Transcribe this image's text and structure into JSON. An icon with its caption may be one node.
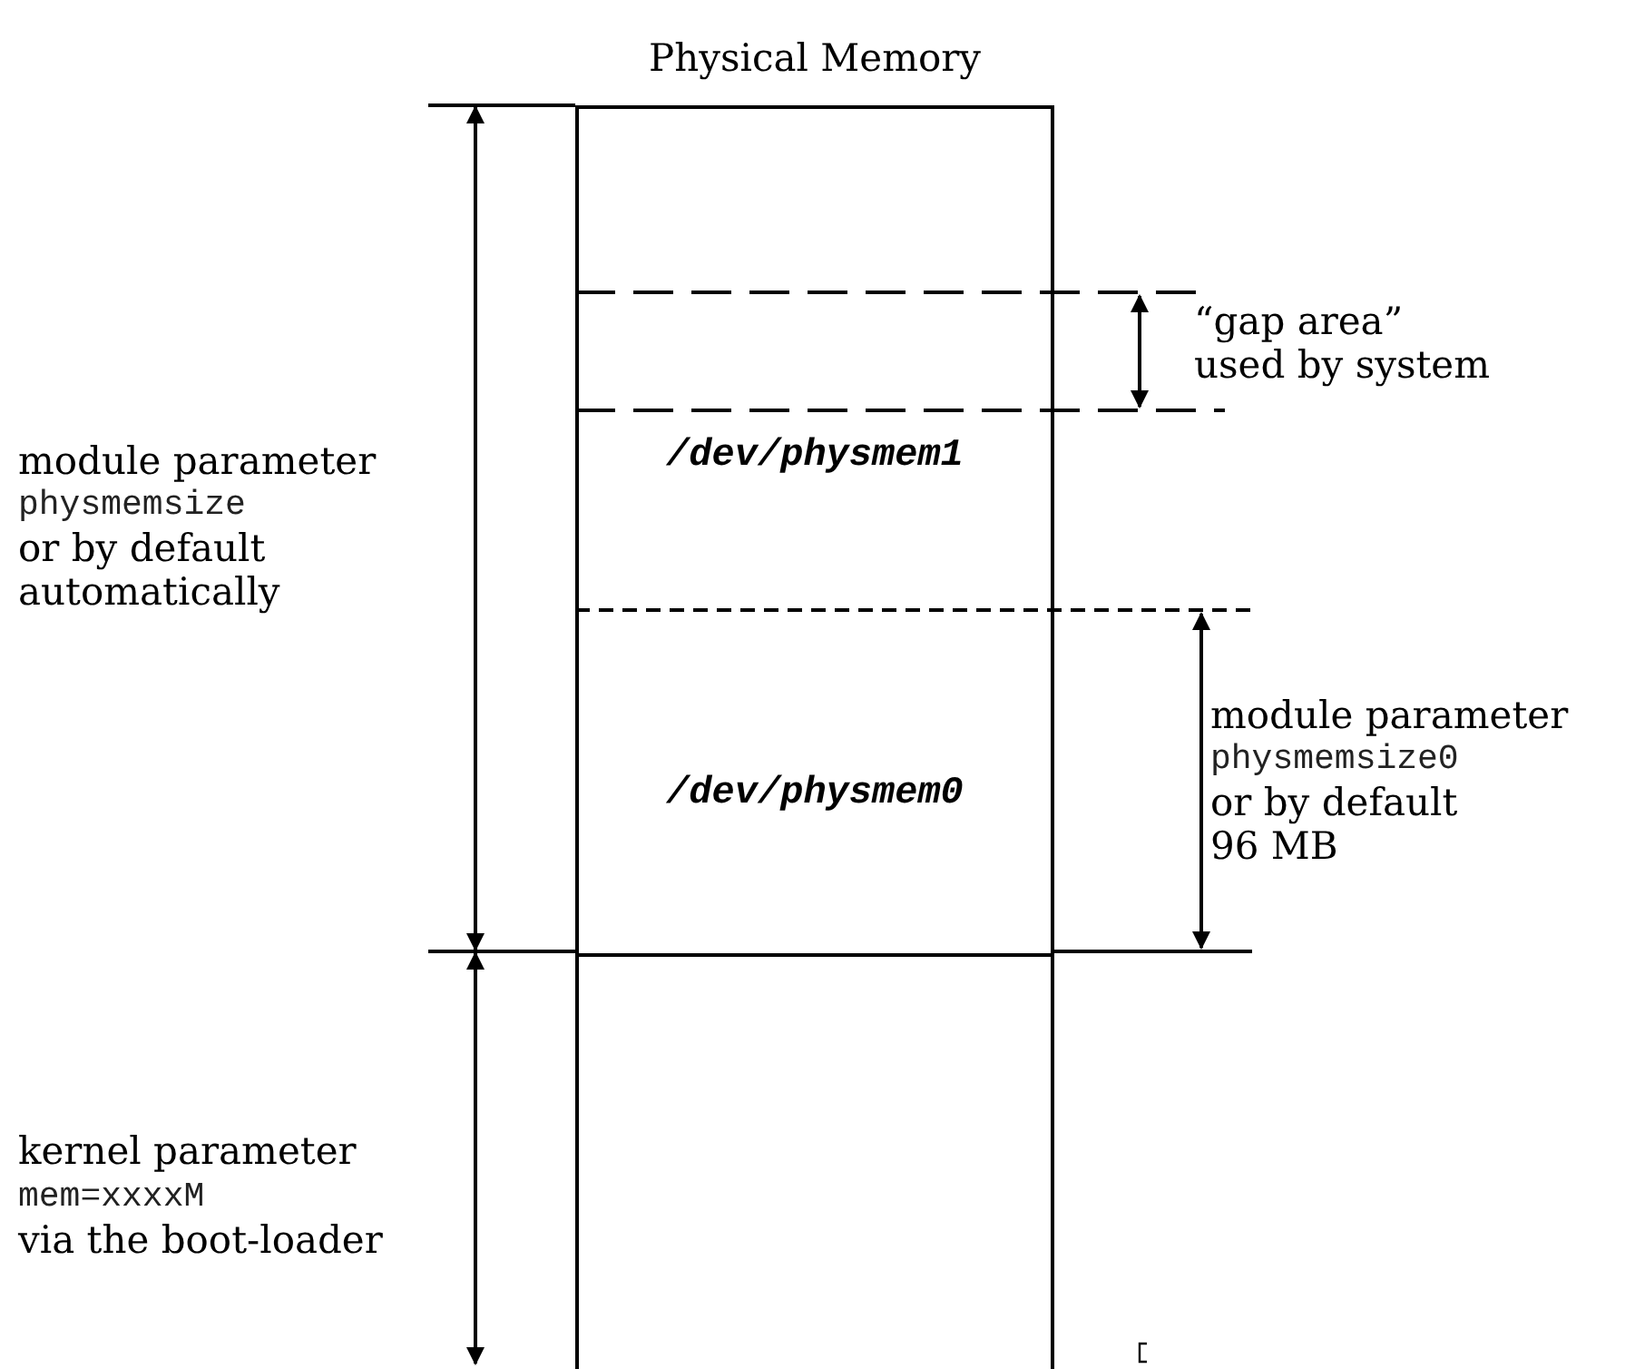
{
  "diagram": {
    "nodes": [
      {
        "text": [
          "Physical Memory"
        ]
      },
      {
        "text": [
          "/dev/physmem1"
        ],
        "in": 0
      },
      {
        "text": [
          "/dev/physmem0"
        ],
        "in": 0
      },
      {
        "text": [],
        "shape": "box",
        "in": 0
      }
    ],
    "edges": [],
    "labels": [
      "module parameter",
      "physmemsize",
      "or by default automatically",
      "“gap area” used by system",
      "module parameter",
      "physmemsize0",
      "or by default 96 MB",
      "kernel parameter",
      "mem=xxxxM",
      "via the boot-loader"
    ]
  }
}
